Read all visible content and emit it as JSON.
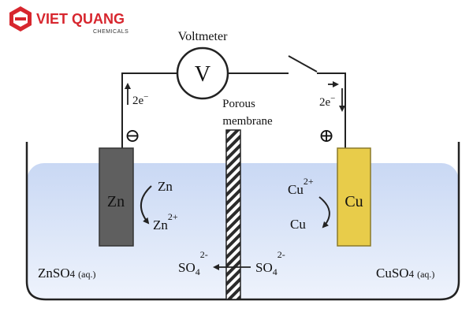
{
  "logo": {
    "brand": "VIET QUANG",
    "tagline": "CHEMICALS",
    "color": "#d7262e"
  },
  "voltmeter": {
    "label": "Voltmeter",
    "symbol": "V"
  },
  "membrane": {
    "label_line1": "Porous",
    "label_line2": "membrane"
  },
  "anode": {
    "sign": "⊖",
    "metal": "Zn",
    "electron_flow": "2e",
    "electron_sup": "−",
    "reaction_top": "Zn",
    "reaction_bottom": "Zn",
    "reaction_bottom_sup": "2+",
    "solution": "ZnSO",
    "solution_sub": "4",
    "solution_state": "(aq.)",
    "color": "#5f5f5f"
  },
  "cathode": {
    "sign": "⊕",
    "metal": "Cu",
    "electron_flow": "2e",
    "electron_sup": "−",
    "reaction_top": "Cu",
    "reaction_top_sup": "2+",
    "reaction_bottom": "Cu",
    "solution": "CuSO",
    "solution_sub": "4",
    "solution_state": "(aq.)",
    "color": "#e8cc4a"
  },
  "ion_flow": {
    "left": "SO",
    "left_sub": "4",
    "left_sup": "2-",
    "right": "SO",
    "right_sub": "4",
    "right_sup": "2-"
  },
  "colors": {
    "solution_top": "#cbd9f5",
    "solution_bottom": "#eaf0fb",
    "wire": "#222222"
  }
}
